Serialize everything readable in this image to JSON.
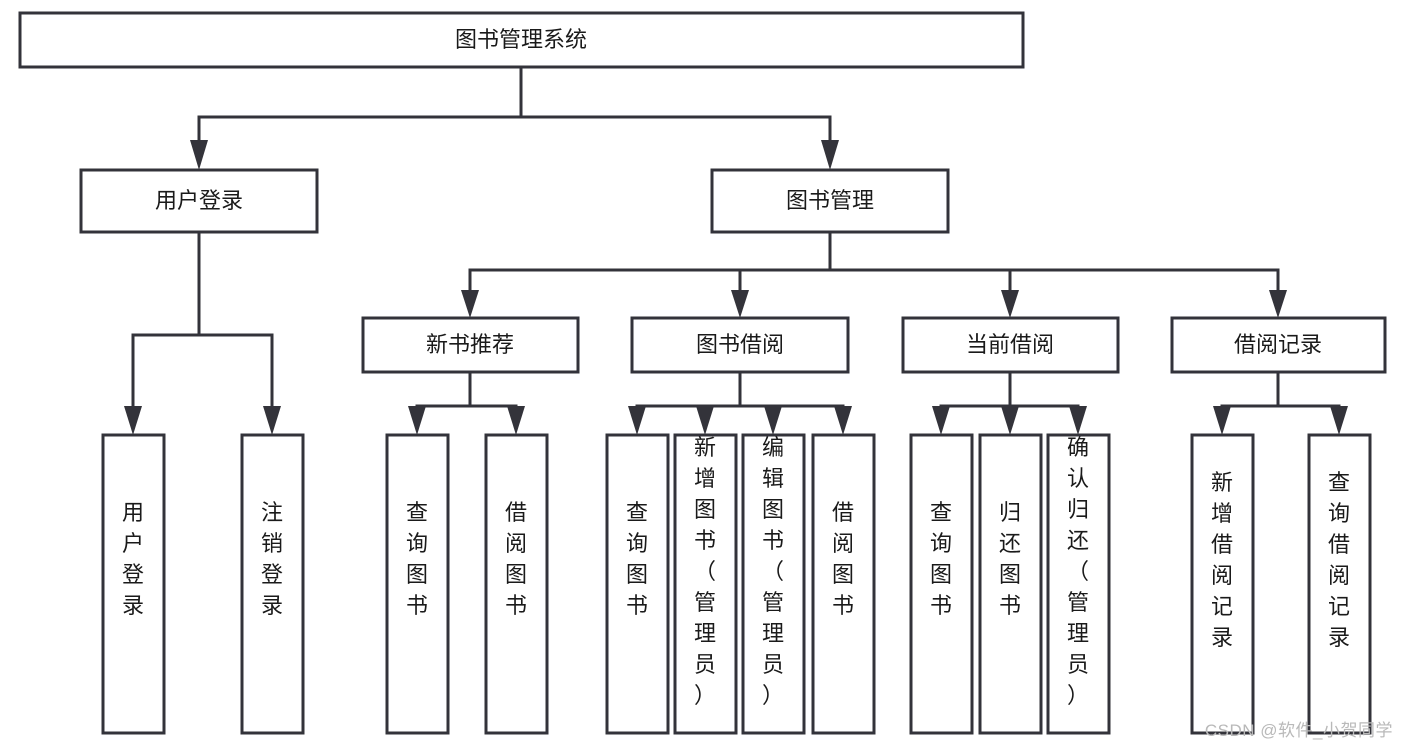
{
  "diagram": {
    "title": "图书管理系统",
    "type": "hierarchy-tree",
    "watermark": "CSDN @软件_小贺同学",
    "colors": {
      "stroke": "#33333a",
      "fill": "#ffffff",
      "text": "#1a1a1a",
      "watermark": "#b9b9b9"
    },
    "root": {
      "label": "图书管理系统"
    },
    "level2": [
      {
        "label": "用户登录"
      },
      {
        "label": "图书管理"
      }
    ],
    "level3": [
      {
        "label": "新书推荐"
      },
      {
        "label": "图书借阅"
      },
      {
        "label": "当前借阅"
      },
      {
        "label": "借阅记录"
      }
    ],
    "leaves": {
      "user_login": [
        {
          "label": "用户登录"
        },
        {
          "label": "注销登录"
        }
      ],
      "new_book": [
        {
          "label": "查询图书"
        },
        {
          "label": "借阅图书"
        }
      ],
      "book_borrow": [
        {
          "label": "查询图书"
        },
        {
          "label": "新增图书（管理员）"
        },
        {
          "label": "编辑图书（管理员）"
        },
        {
          "label": "借阅图书"
        }
      ],
      "current_borrow": [
        {
          "label": "查询图书"
        },
        {
          "label": "归还图书"
        },
        {
          "label": "确认归还（管理员）"
        }
      ],
      "borrow_record": [
        {
          "label": "新增借阅记录"
        },
        {
          "label": "查询借阅记录"
        }
      ]
    }
  }
}
